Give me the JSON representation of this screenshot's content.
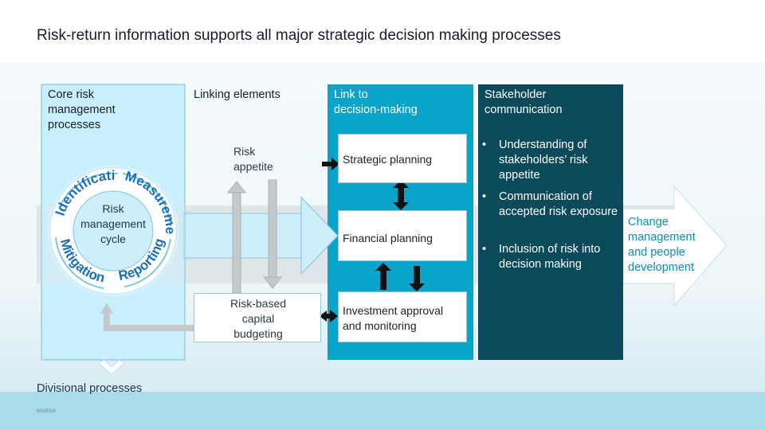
{
  "title": "Risk-return information supports all major strategic decision making processes",
  "columns": {
    "core": "Core risk\nmanagement\nprocesses",
    "linking": "Linking elements",
    "decision": "Link to\ndecision‑making",
    "stakeholder": "Stakeholder\ncommunication"
  },
  "cycle": {
    "center": "Risk\nmanagement\ncycle",
    "segments": [
      "Identification",
      "Measurement",
      "Reporting",
      "Mitigation"
    ]
  },
  "linking_elements": {
    "risk_appetite": "Risk\nappetite",
    "risk_based_budgeting": "Risk-based\ncapital\nbudgeting"
  },
  "decision_boxes": {
    "strategic": "Strategic planning",
    "financial": "Financial planning",
    "investment": "Investment approval\nand monitoring"
  },
  "stakeholder_bullets": [
    "Understanding of stakeholders’ risk appetite",
    "Communication of accepted risk exposure",
    "Inclusion of risk into decision making"
  ],
  "change_arrow": "Change\nmanagement\nand people\ndevelopment",
  "footer": "Divisional processes",
  "brand": "MARSH",
  "colors": {
    "core_bg": "#c9eefc",
    "decision_bg": "#0aa3c9",
    "stakeholder_bg": "#0b4a5a",
    "arrow_light": "#cfeefc",
    "grey_band": "#dfe6ea",
    "cycle_text": "#1a6fb5"
  }
}
